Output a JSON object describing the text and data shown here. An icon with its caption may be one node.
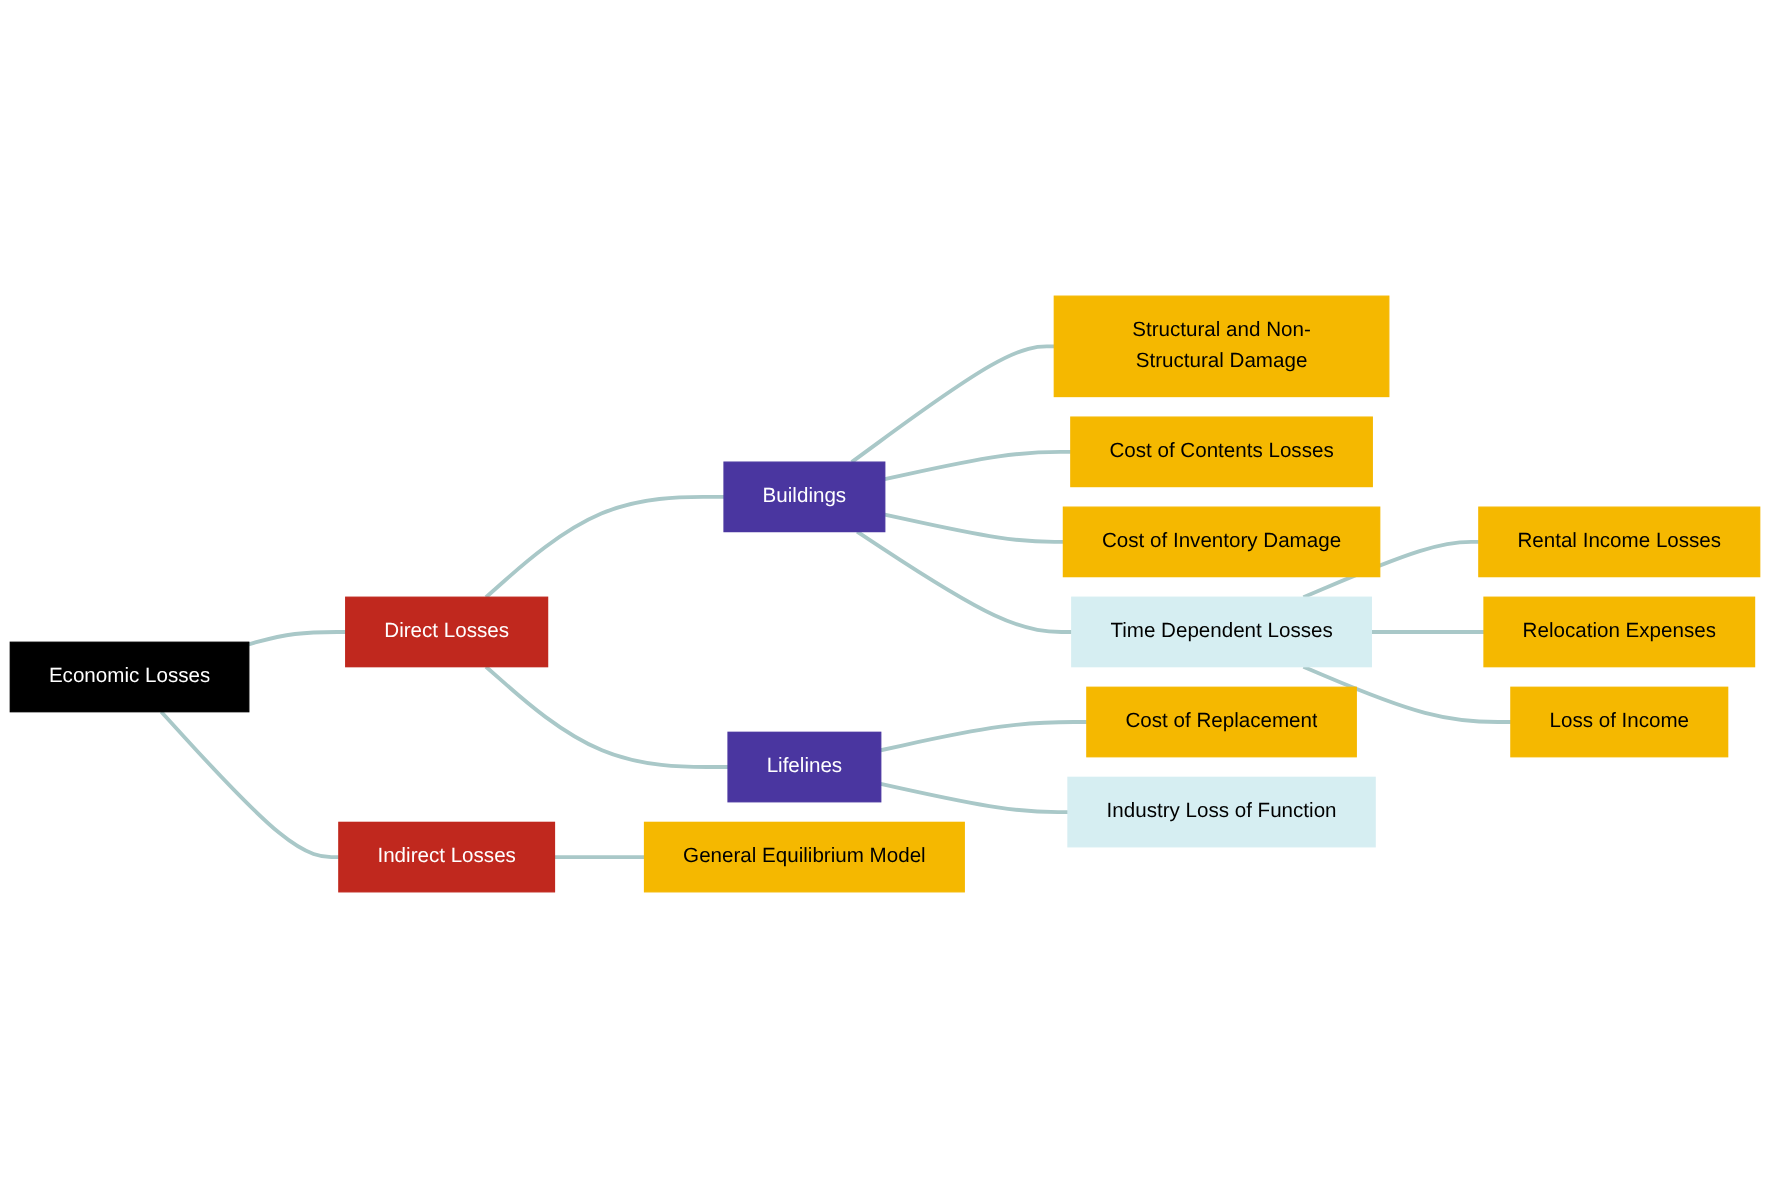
{
  "diagram": {
    "nodes": [
      {
        "text": [
          "Economic Losses"
        ]
      },
      {
        "text": [
          "Direct Losses"
        ]
      },
      {
        "text": [
          "Indirect Losses"
        ]
      },
      {
        "text": [
          "Buildings"
        ]
      },
      {
        "text": [
          "Lifelines"
        ]
      },
      {
        "text": [
          "General Equilibrium Model"
        ]
      },
      {
        "text": [
          "Structural and Non-Structural Damage"
        ]
      },
      {
        "text": [
          "Cost of Contents Losses"
        ]
      },
      {
        "text": [
          "Cost of Inventory Damage"
        ]
      },
      {
        "text": [
          "Time Dependent Losses"
        ]
      },
      {
        "text": [
          "Cost of Replacement"
        ]
      },
      {
        "text": [
          "Industry Loss of Function"
        ]
      },
      {
        "text": [
          "Rental Income Losses"
        ]
      },
      {
        "text": [
          "Relocation Expenses"
        ]
      },
      {
        "text": [
          "Loss of Income"
        ]
      }
    ],
    "edges": [
      {
        "from": 0,
        "to": 1,
        "arrow": "none"
      },
      {
        "from": 0,
        "to": 2,
        "arrow": "none"
      },
      {
        "from": 1,
        "to": 3,
        "arrow": "none"
      },
      {
        "from": 1,
        "to": 4,
        "arrow": "none"
      },
      {
        "from": 2,
        "to": 5,
        "arrow": "none"
      },
      {
        "from": 3,
        "to": 6,
        "arrow": "none"
      },
      {
        "from": 3,
        "to": 7,
        "arrow": "none"
      },
      {
        "from": 3,
        "to": 8,
        "arrow": "none"
      },
      {
        "from": 3,
        "to": 9,
        "arrow": "none"
      },
      {
        "from": 4,
        "to": 10,
        "arrow": "none"
      },
      {
        "from": 4,
        "to": 11,
        "arrow": "none"
      },
      {
        "from": 9,
        "to": 12,
        "arrow": "none"
      },
      {
        "from": 9,
        "to": 13,
        "arrow": "none"
      },
      {
        "from": 9,
        "to": 14,
        "arrow": "none"
      }
    ]
  }
}
